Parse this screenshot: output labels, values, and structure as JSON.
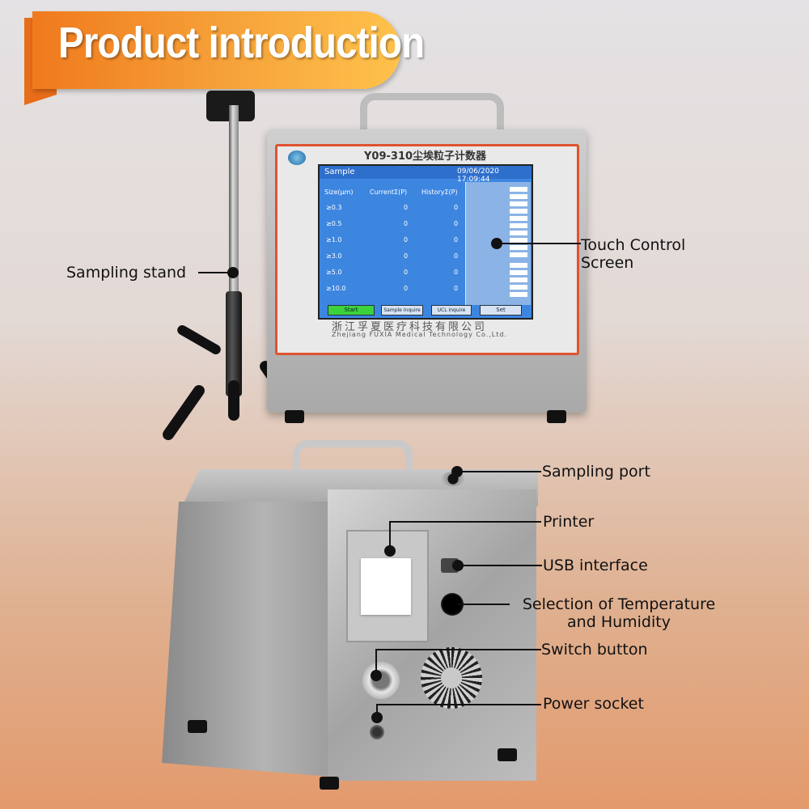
{
  "banner": {
    "title": "Product introduction"
  },
  "device_screen": {
    "model_title": "Y09-310尘埃粒子计数器",
    "header_title": "Sample",
    "datetime": "09/06/2020 17:09:44",
    "col_size": "Size(μm)",
    "col_current": "CurrentΣ(P)",
    "col_history": "HistoryΣ(P)",
    "rows": [
      {
        "size": "≥0.3",
        "current": "0",
        "history": "0"
      },
      {
        "size": "≥0.5",
        "current": "0",
        "history": "0"
      },
      {
        "size": "≥1.0",
        "current": "0",
        "history": "0"
      },
      {
        "size": "≥3.0",
        "current": "0",
        "history": "0"
      },
      {
        "size": "≥5.0",
        "current": "0",
        "history": "0"
      },
      {
        "size": "≥10.0",
        "current": "0",
        "history": "0"
      }
    ],
    "buttons": [
      "Start",
      "Sample Inquire",
      "UCL Inquire",
      "Set"
    ],
    "company_cn": "浙江孚夏医疗科技有限公司",
    "company_en": "Zhejiang FUXIA Medical Technology Co.,Ltd."
  },
  "callouts": {
    "sampling_stand": "Sampling stand",
    "touch_screen_line1": "Touch Control",
    "touch_screen_line2": "Screen",
    "sampling_port": "Sampling port",
    "printer": "Printer",
    "usb": "USB interface",
    "temp_humidity_line1": "Selection of Temperature",
    "temp_humidity_line2": "and Humidity",
    "switch_button": "Switch button",
    "power_socket": "Power socket"
  }
}
